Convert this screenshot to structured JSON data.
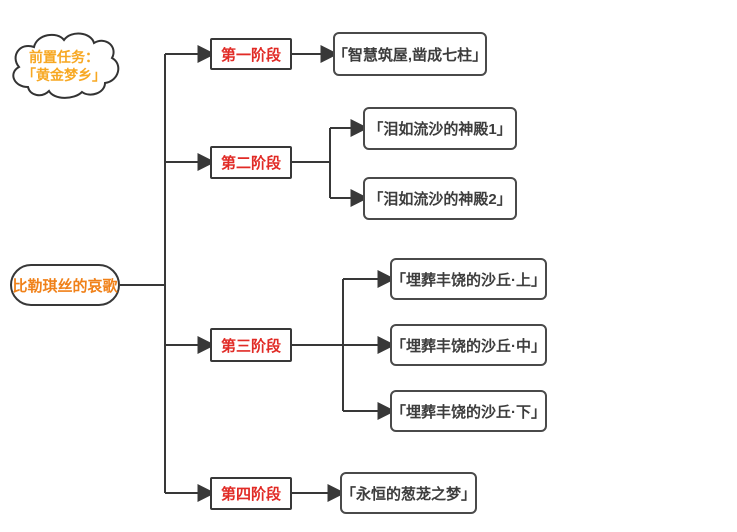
{
  "diagram": {
    "prerequisite": {
      "line1": "前置任务：",
      "line2": "「黄金梦乡」"
    },
    "root": {
      "label": "比勒琪丝的哀歌"
    },
    "stages": [
      {
        "label": "第一阶段",
        "quests": [
          "「智慧筑屋,凿成七柱」"
        ]
      },
      {
        "label": "第二阶段",
        "quests": [
          "「泪如流沙的神殿1」",
          "「泪如流沙的神殿2」"
        ]
      },
      {
        "label": "第三阶段",
        "quests": [
          "「埋葬丰饶的沙丘·上」",
          "「埋葬丰饶的沙丘·中」",
          "「埋葬丰饶的沙丘·下」"
        ]
      },
      {
        "label": "第四阶段",
        "quests": [
          "「永恒的葱茏之梦」"
        ]
      }
    ],
    "colors": {
      "stage_text": "#e12b26",
      "root_text": "#f08119",
      "cloud_text": "#f7a823",
      "line": "#383838",
      "leaf_text": "#3d3d3d"
    }
  }
}
